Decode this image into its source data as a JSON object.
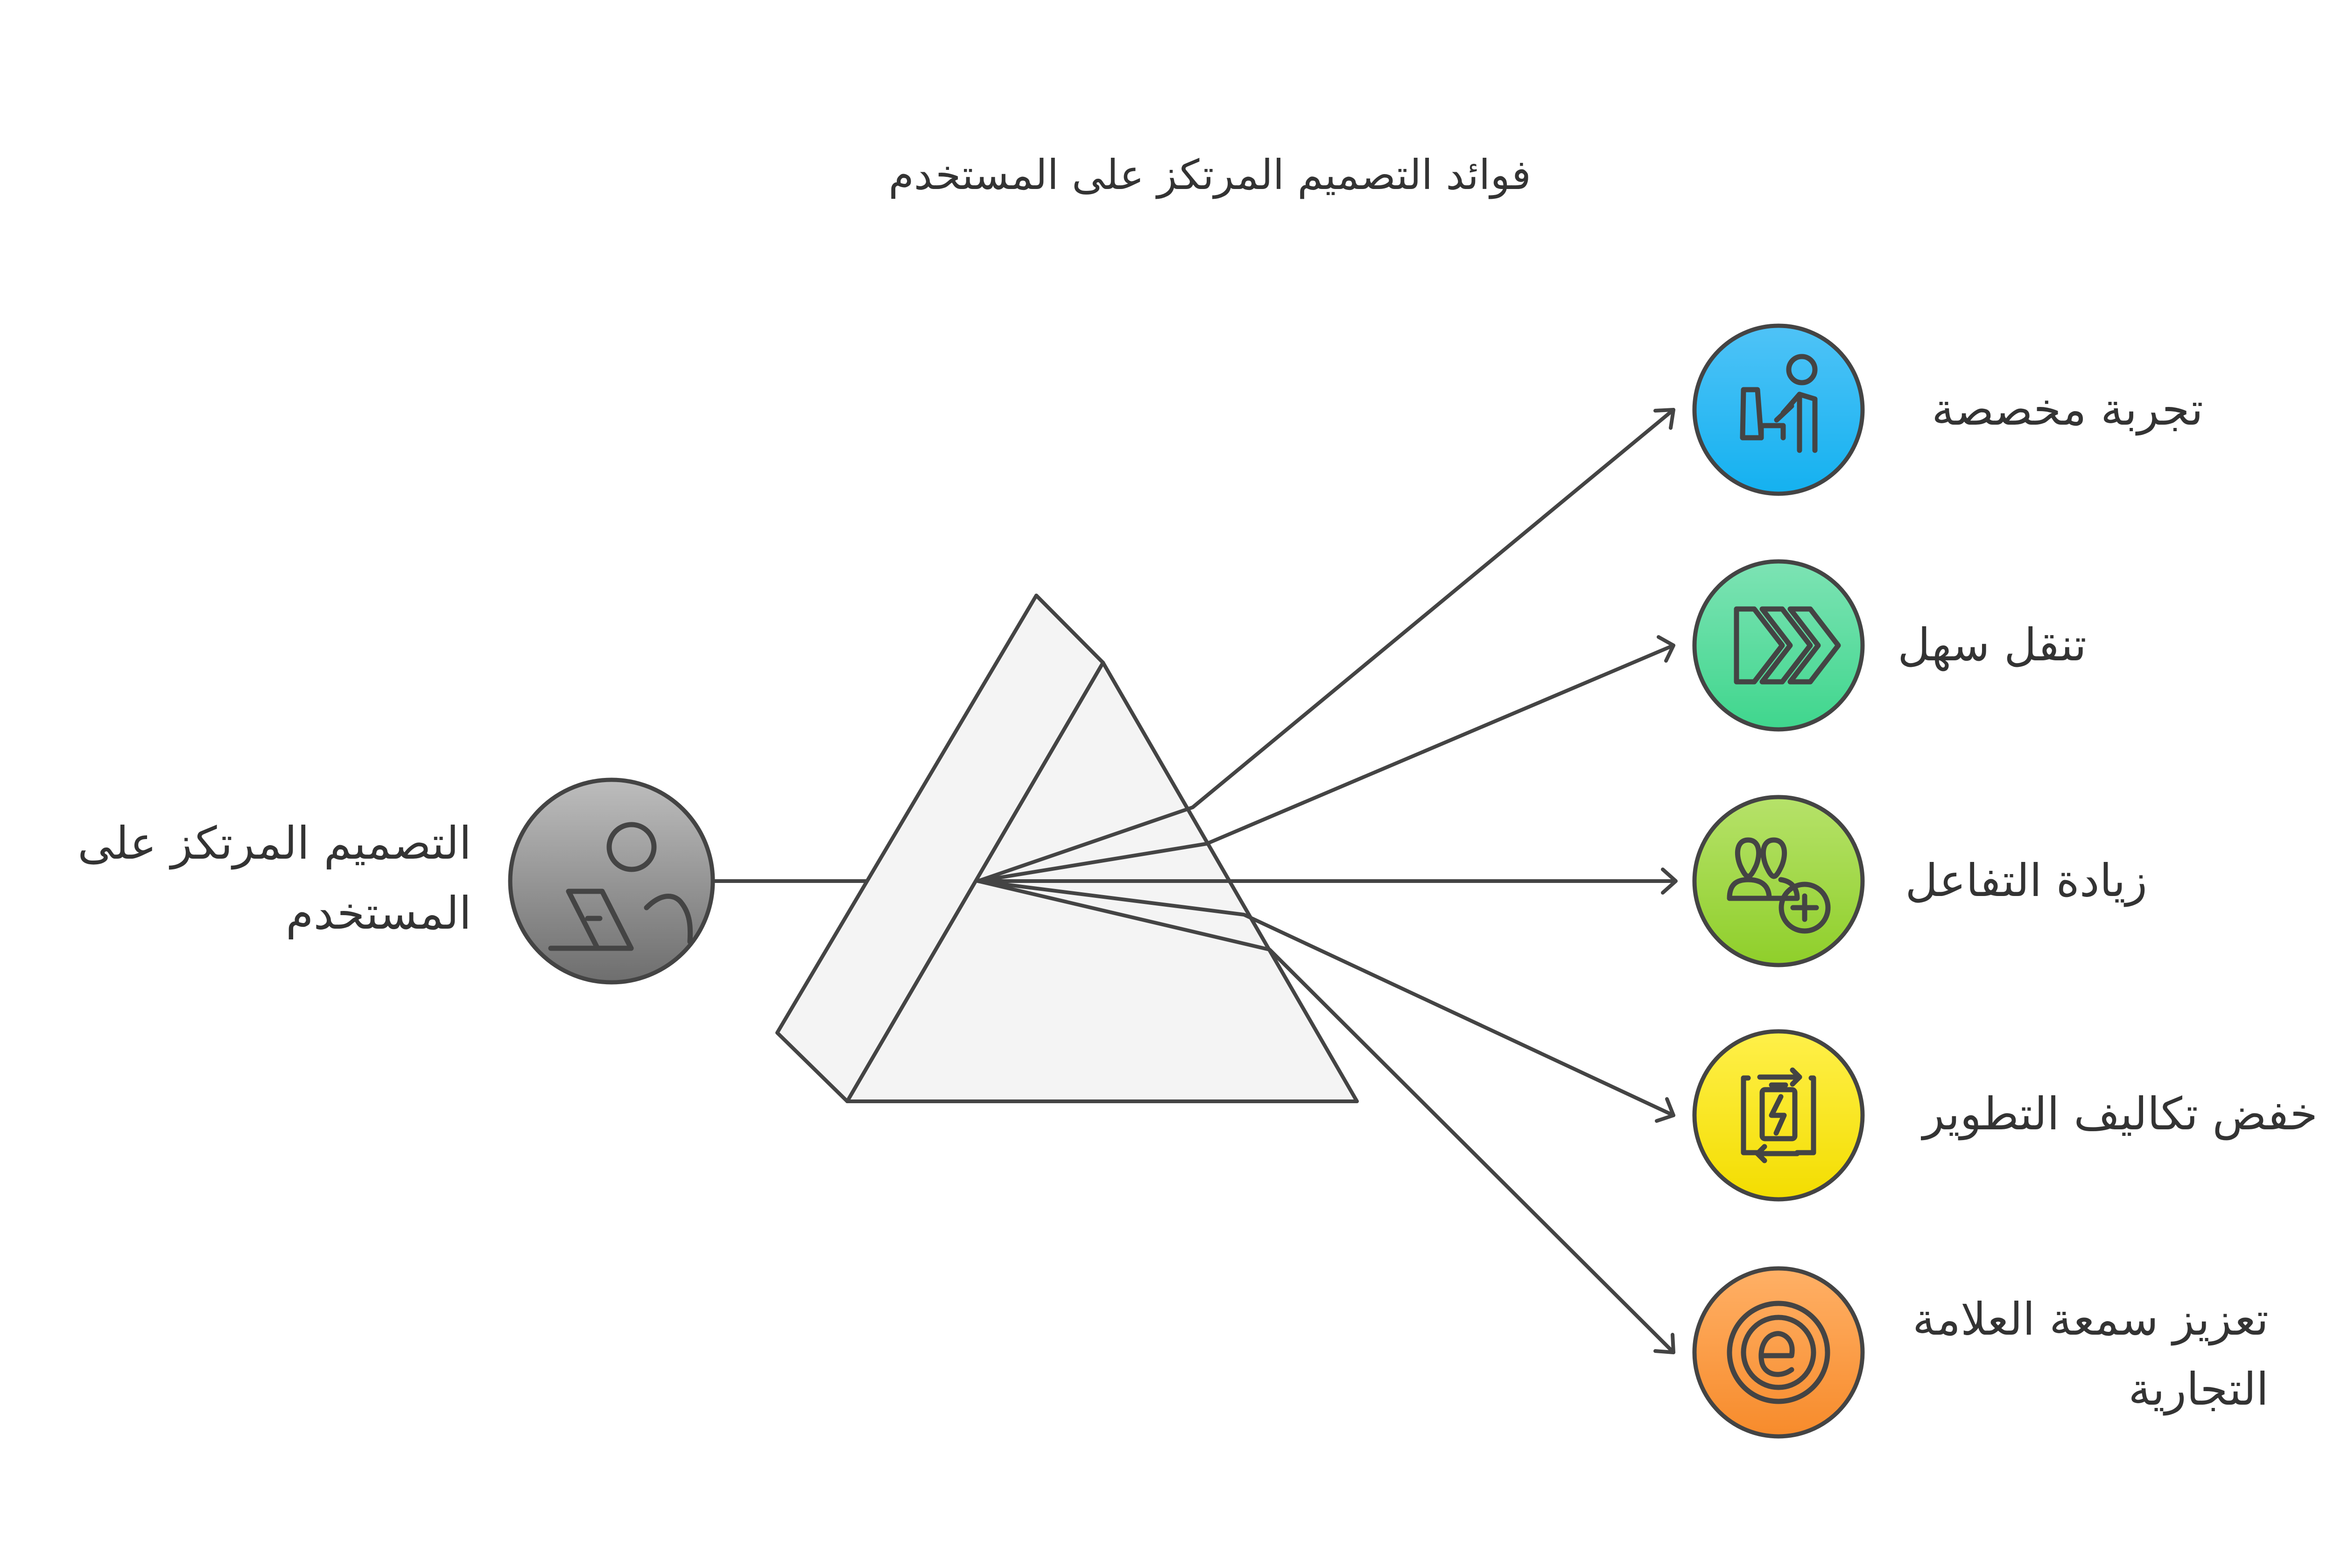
{
  "title": "فوائد التصميم المرتكز على المستخدم",
  "source": {
    "label_lines": [
      "التصميم المرتكز على",
      "المستخدم"
    ],
    "icon": "user-laptop-icon",
    "color_top": "#bdbdbd",
    "color_bottom": "#6e6e6e"
  },
  "prism": {
    "fill": "#f4f4f4",
    "stroke": "#444444"
  },
  "benefits": [
    {
      "label_lines": [
        "تجربة مخصصة"
      ],
      "icon": "user-at-desk-icon",
      "color_top": "#4fc3f7",
      "color_bottom": "#14b1f0"
    },
    {
      "label_lines": [
        "تنقل سهل"
      ],
      "icon": "fast-forward-icon",
      "color_top": "#7de3b4",
      "color_bottom": "#3fd68d"
    },
    {
      "label_lines": [
        "زيادة التفاعل"
      ],
      "icon": "add-users-icon",
      "color_top": "#b6e26a",
      "color_bottom": "#8fcf2a"
    },
    {
      "label_lines": [
        "خفض تكاليف التطوير"
      ],
      "icon": "battery-refresh-icon",
      "color_top": "#fff04a",
      "color_bottom": "#f3dd00"
    },
    {
      "label_lines": [
        "تعزيز سمعة العلامة",
        "التجارية"
      ],
      "icon": "brand-e-icon",
      "color_top": "#ffb066",
      "color_bottom": "#f78b2b"
    }
  ]
}
